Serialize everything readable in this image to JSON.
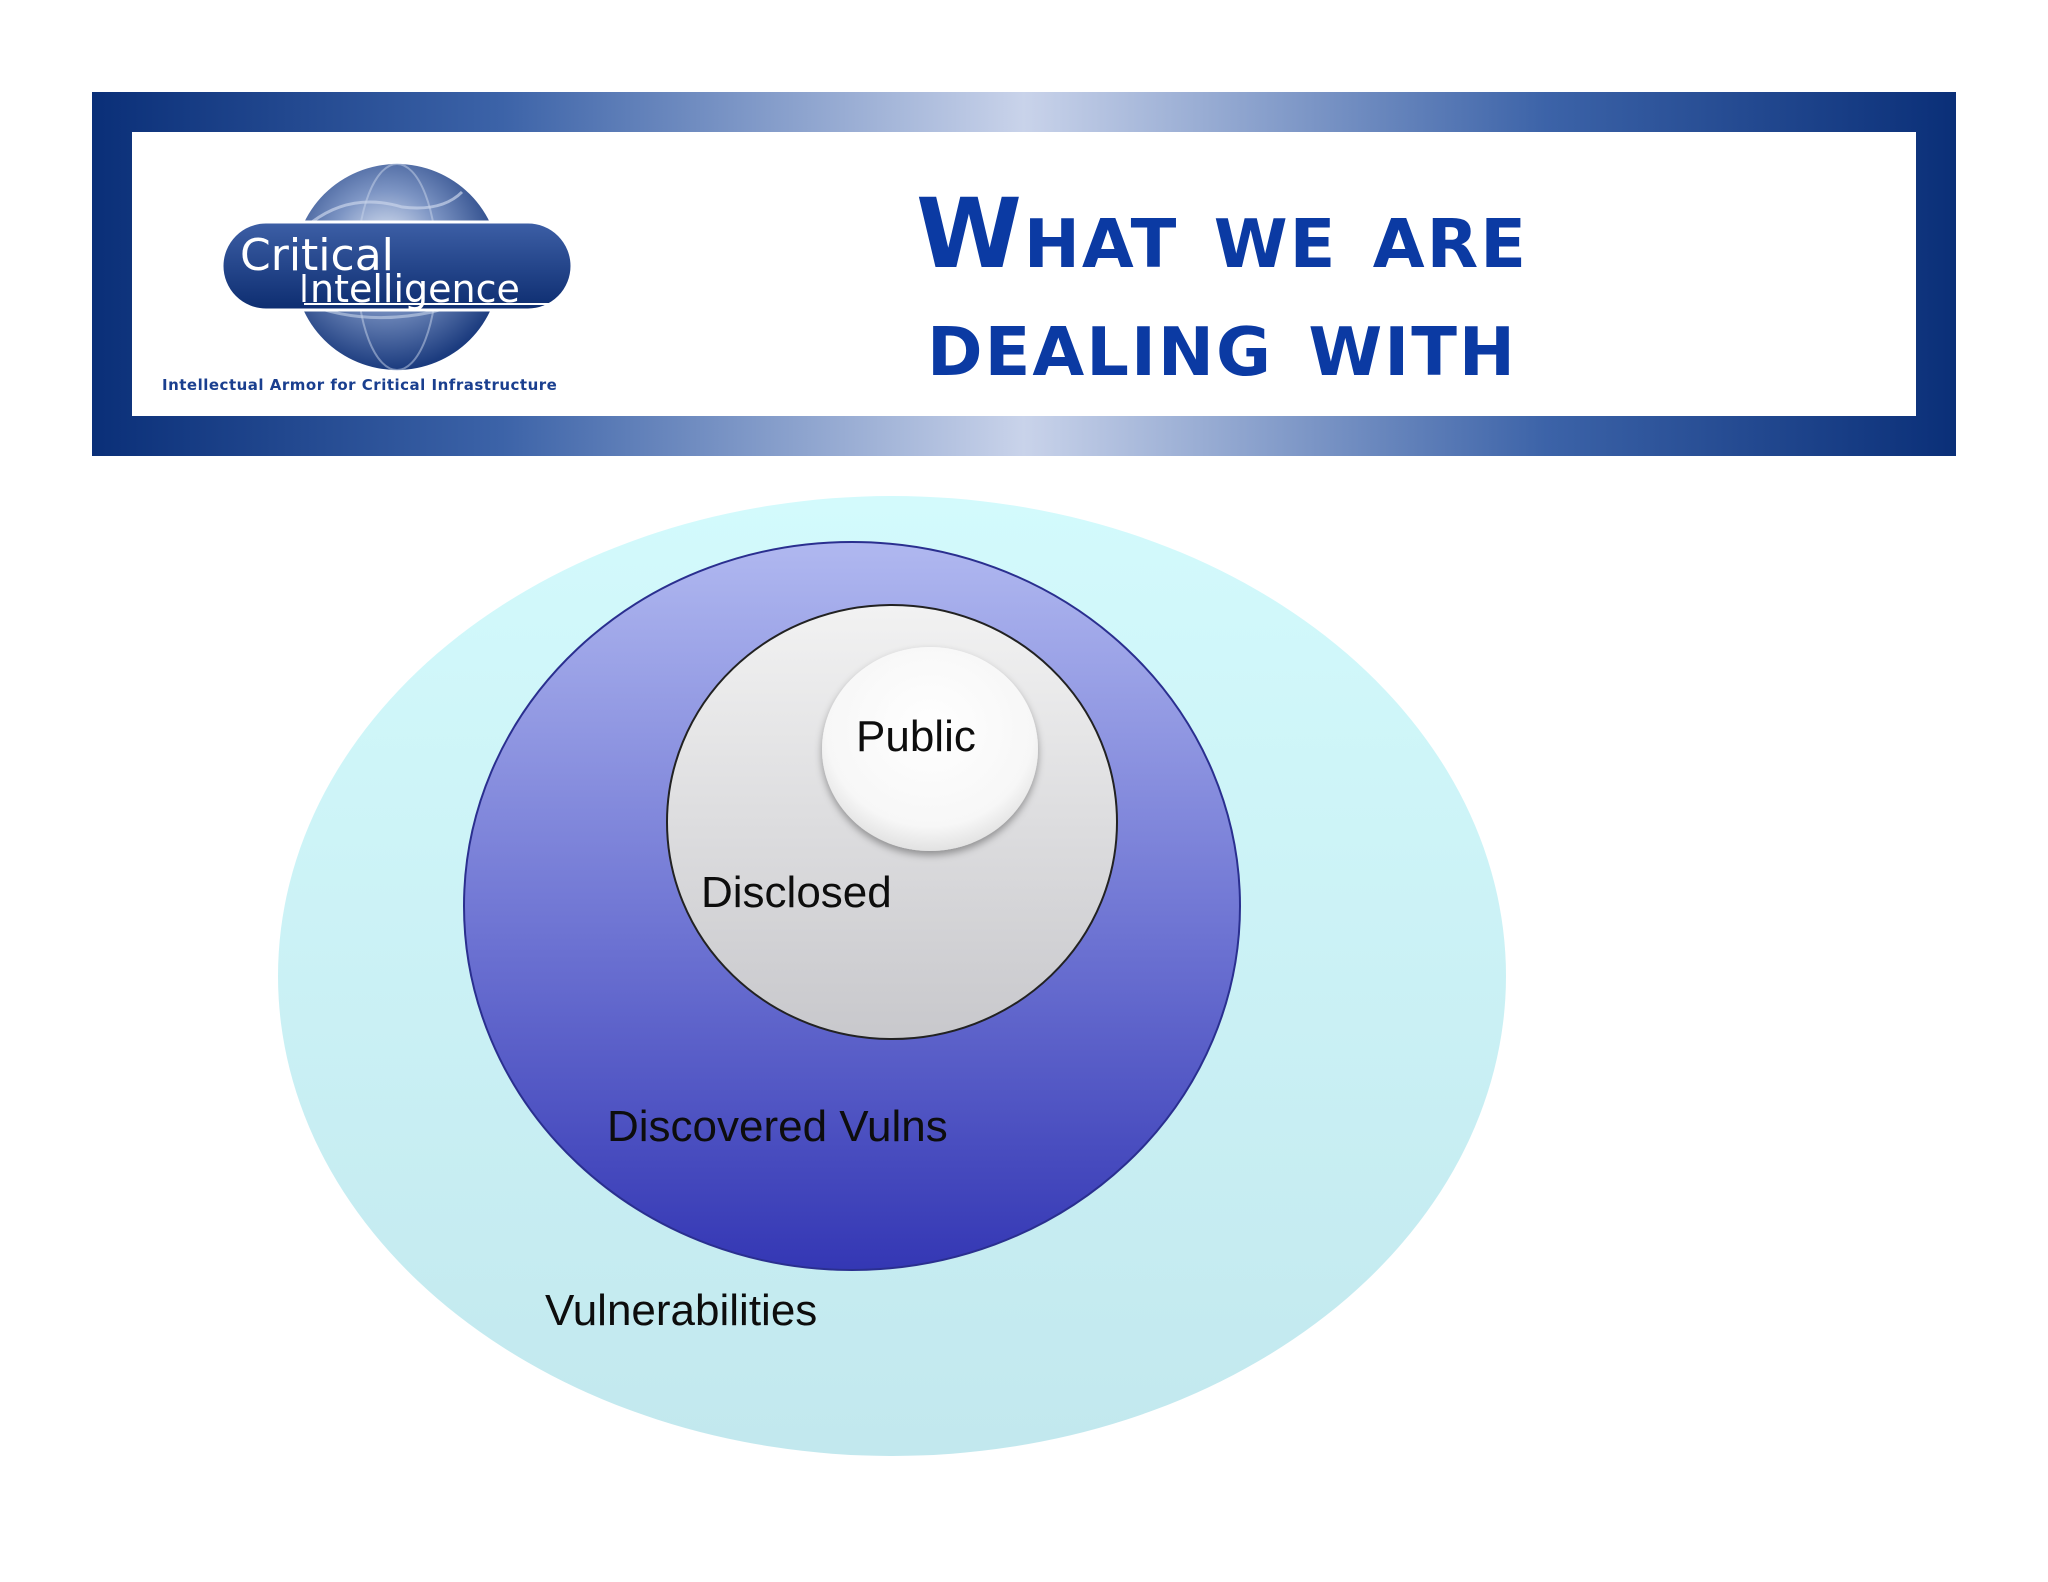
{
  "header": {
    "title_line1": "What we are",
    "title_line2": "dealing with",
    "logo_text_1": "Critical",
    "logo_text_2": "ntelligence",
    "tagline": "Intellectual Armor for Critical Infrastructure"
  },
  "diagram": {
    "rings": [
      {
        "label": "Vulnerabilities",
        "color": "#c8f2f6"
      },
      {
        "label": "Discovered Vulns",
        "color": "#5a63c9"
      },
      {
        "label": "Disclosed",
        "color": "#d6d6d9"
      },
      {
        "label": "Public",
        "color": "#ffffff"
      }
    ]
  },
  "colors": {
    "title": "#0b3aa3",
    "banner_dark": "#0a2f78",
    "banner_light": "#c9d3ea"
  }
}
